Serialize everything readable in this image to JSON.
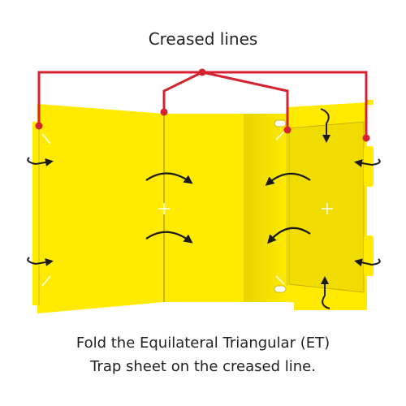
{
  "title": "Creased lines",
  "caption": {
    "line1": "Fold the Equilateral Triangular (ET)",
    "line2": "Trap sheet on the creased line."
  },
  "colors": {
    "sheet": "#ffea00",
    "sheet_shade": "#f2dc00",
    "crease_callout": "#d62231",
    "arrow": "#1a1a1a",
    "crease_line": "#8a7f2a"
  },
  "icons": [
    "fold-arrow-icon",
    "crosshair-icon",
    "curved-arrow-icon"
  ]
}
